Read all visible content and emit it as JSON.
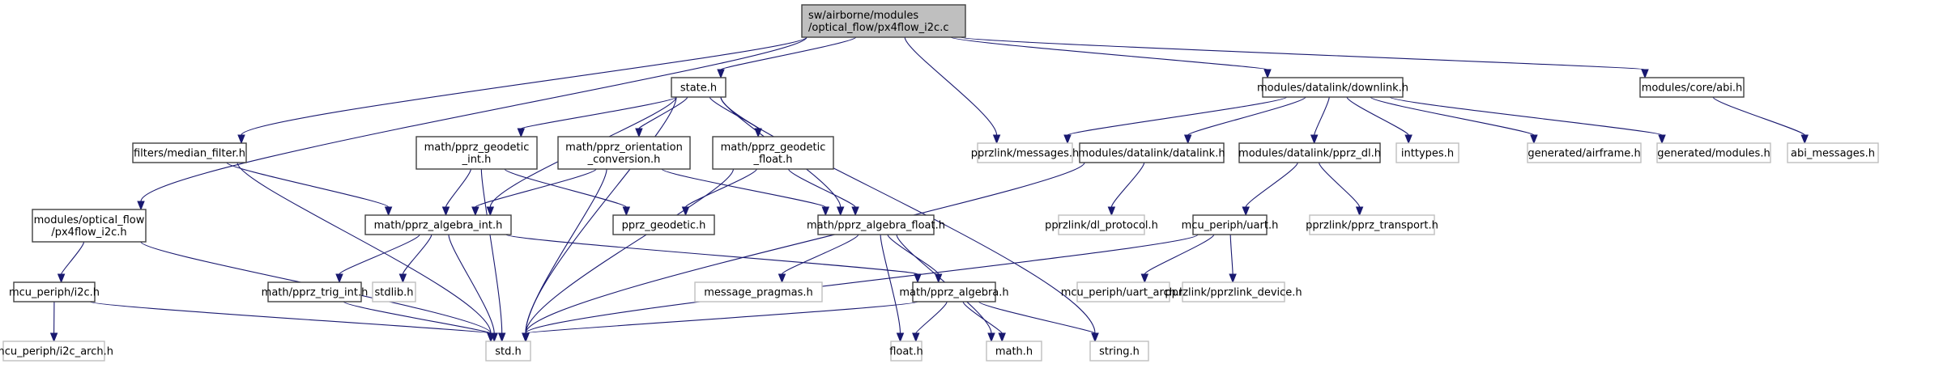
{
  "title": "Include dependency graph for px4flow_i2c.c",
  "colors": {
    "edge": "#191970",
    "main_fill": "#bfbfbf",
    "documented_border": "#404040",
    "external_border": "#bfbfbf"
  },
  "nodes": [
    {
      "id": "root",
      "lines": [
        "sw/airborne/modules",
        "/optical_flow/px4flow_i2c.c"
      ],
      "kind": "main"
    },
    {
      "id": "state",
      "lines": [
        "state.h"
      ],
      "kind": "doc"
    },
    {
      "id": "downlink",
      "lines": [
        "modules/datalink/downlink.h"
      ],
      "kind": "doc"
    },
    {
      "id": "abi",
      "lines": [
        "modules/core/abi.h"
      ],
      "kind": "doc"
    },
    {
      "id": "median",
      "lines": [
        "filters/median_filter.h"
      ],
      "kind": "doc"
    },
    {
      "id": "geoint",
      "lines": [
        "math/pprz_geodetic",
        "_int.h"
      ],
      "kind": "doc"
    },
    {
      "id": "orient",
      "lines": [
        "math/pprz_orientation",
        "_conversion.h"
      ],
      "kind": "doc"
    },
    {
      "id": "geofloat",
      "lines": [
        "math/pprz_geodetic",
        "_float.h"
      ],
      "kind": "doc"
    },
    {
      "id": "messages",
      "lines": [
        "pprzlink/messages.h"
      ],
      "kind": "ext"
    },
    {
      "id": "datalink",
      "lines": [
        "modules/datalink/datalink.h"
      ],
      "kind": "doc"
    },
    {
      "id": "pprzdl",
      "lines": [
        "modules/datalink/pprz_dl.h"
      ],
      "kind": "doc"
    },
    {
      "id": "inttypes",
      "lines": [
        "inttypes.h"
      ],
      "kind": "ext"
    },
    {
      "id": "airframe",
      "lines": [
        "generated/airframe.h"
      ],
      "kind": "ext"
    },
    {
      "id": "modules",
      "lines": [
        "generated/modules.h"
      ],
      "kind": "ext"
    },
    {
      "id": "abimsg",
      "lines": [
        "abi_messages.h"
      ],
      "kind": "ext"
    },
    {
      "id": "px4h",
      "lines": [
        "modules/optical_flow",
        "/px4flow_i2c.h"
      ],
      "kind": "doc"
    },
    {
      "id": "algint",
      "lines": [
        "math/pprz_algebra_int.h"
      ],
      "kind": "doc"
    },
    {
      "id": "geodetic",
      "lines": [
        "pprz_geodetic.h"
      ],
      "kind": "doc"
    },
    {
      "id": "algfloat",
      "lines": [
        "math/pprz_algebra_float.h"
      ],
      "kind": "doc"
    },
    {
      "id": "dlproto",
      "lines": [
        "pprzlink/dl_protocol.h"
      ],
      "kind": "ext"
    },
    {
      "id": "uart",
      "lines": [
        "mcu_periph/uart.h"
      ],
      "kind": "doc"
    },
    {
      "id": "transport",
      "lines": [
        "pprzlink/pprz_transport.h"
      ],
      "kind": "ext"
    },
    {
      "id": "i2c",
      "lines": [
        "mcu_periph/i2c.h"
      ],
      "kind": "doc"
    },
    {
      "id": "trigint",
      "lines": [
        "math/pprz_trig_int.h"
      ],
      "kind": "doc"
    },
    {
      "id": "stdlib",
      "lines": [
        "stdlib.h"
      ],
      "kind": "ext"
    },
    {
      "id": "pragmas",
      "lines": [
        "message_pragmas.h"
      ],
      "kind": "ext"
    },
    {
      "id": "algebra",
      "lines": [
        "math/pprz_algebra.h"
      ],
      "kind": "doc"
    },
    {
      "id": "uartarch",
      "lines": [
        "mcu_periph/uart_arch.h"
      ],
      "kind": "ext"
    },
    {
      "id": "device",
      "lines": [
        "pprzlink/pprzlink_device.h"
      ],
      "kind": "ext"
    },
    {
      "id": "i2carch",
      "lines": [
        "mcu_periph/i2c_arch.h"
      ],
      "kind": "ext"
    },
    {
      "id": "std",
      "lines": [
        "std.h"
      ],
      "kind": "ext"
    },
    {
      "id": "float",
      "lines": [
        "float.h"
      ],
      "kind": "ext"
    },
    {
      "id": "math",
      "lines": [
        "math.h"
      ],
      "kind": "ext"
    },
    {
      "id": "string",
      "lines": [
        "string.h"
      ],
      "kind": "ext"
    }
  ],
  "edges": [
    [
      "root",
      "state"
    ],
    [
      "root",
      "downlink"
    ],
    [
      "root",
      "abi"
    ],
    [
      "root",
      "median"
    ],
    [
      "root",
      "px4h"
    ],
    [
      "root",
      "messages"
    ],
    [
      "state",
      "geoint"
    ],
    [
      "state",
      "orient"
    ],
    [
      "state",
      "geofloat"
    ],
    [
      "state",
      "algint"
    ],
    [
      "state",
      "algfloat"
    ],
    [
      "state",
      "std"
    ],
    [
      "state",
      "string"
    ],
    [
      "downlink",
      "messages"
    ],
    [
      "downlink",
      "datalink"
    ],
    [
      "downlink",
      "pprzdl"
    ],
    [
      "downlink",
      "inttypes"
    ],
    [
      "downlink",
      "airframe"
    ],
    [
      "downlink",
      "modules"
    ],
    [
      "abi",
      "abimsg"
    ],
    [
      "median",
      "algint"
    ],
    [
      "median",
      "std"
    ],
    [
      "geoint",
      "algint"
    ],
    [
      "geoint",
      "geodetic"
    ],
    [
      "geoint",
      "std"
    ],
    [
      "orient",
      "algint"
    ],
    [
      "orient",
      "algfloat"
    ],
    [
      "orient",
      "std"
    ],
    [
      "geofloat",
      "geodetic"
    ],
    [
      "geofloat",
      "algfloat"
    ],
    [
      "geofloat",
      "std"
    ],
    [
      "datalink",
      "dlproto"
    ],
    [
      "datalink",
      "std"
    ],
    [
      "pprzdl",
      "uart"
    ],
    [
      "pprzdl",
      "transport"
    ],
    [
      "px4h",
      "i2c"
    ],
    [
      "px4h",
      "std"
    ],
    [
      "algint",
      "trigint"
    ],
    [
      "algint",
      "stdlib"
    ],
    [
      "algint",
      "std"
    ],
    [
      "algint",
      "algebra"
    ],
    [
      "algfloat",
      "pragmas"
    ],
    [
      "algfloat",
      "algebra"
    ],
    [
      "algfloat",
      "float"
    ],
    [
      "algfloat",
      "math"
    ],
    [
      "uart",
      "uartarch"
    ],
    [
      "uart",
      "device"
    ],
    [
      "uart",
      "std"
    ],
    [
      "i2c",
      "i2carch"
    ],
    [
      "i2c",
      "std"
    ],
    [
      "trigint",
      "std"
    ],
    [
      "algebra",
      "std"
    ],
    [
      "algebra",
      "float"
    ],
    [
      "algebra",
      "math"
    ],
    [
      "algebra",
      "string"
    ]
  ]
}
